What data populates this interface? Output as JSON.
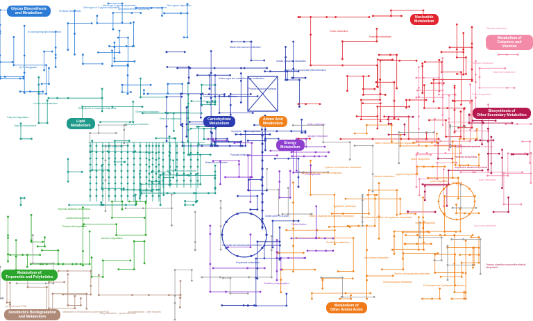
{
  "categories": {
    "glycan": {
      "label": "Glycan Biosynthesis\nand Metabolism",
      "color": "#2b7bd6"
    },
    "nucleotide": {
      "label": "Nucleotide\nMetabolism",
      "color": "#e0252f"
    },
    "cofactors": {
      "label": "Metabolism of\nCofactors and Vitamins",
      "color": "#f38aa8"
    },
    "secondary": {
      "label": "Biosynthesis of\nOther Secondary Metabolites",
      "color": "#b5184e"
    },
    "lipid": {
      "label": "Lipid\nMetabolism",
      "color": "#1f9a8a"
    },
    "carbohydrate": {
      "label": "Carbohydrate\nMetabolism",
      "color": "#2b3db0"
    },
    "amino_acid": {
      "label": "Amino Acid\nMetabolism",
      "color": "#f0821e"
    },
    "energy": {
      "label": "Energy\nMetabolism",
      "color": "#8e3fd0"
    },
    "terpenoids": {
      "label": "Metabolism of\nTerpenoids and Polyketides",
      "color": "#2ca52c"
    },
    "xenobiotics": {
      "label": "Xenobiotics Biodegradation\nand Metabolism",
      "color": "#b08a78"
    },
    "other_amino": {
      "label": "Metabolism of\nOther Amino Acids",
      "color": "#f07a1a"
    }
  },
  "pathways": {
    "glycan": [
      "(b) Glycosphingolipid biosynthesis",
      "N-Glycan biosynthesis",
      "Other types of O-glycan biosynthesis",
      "Mucin type O-glycan biosynthesis",
      "Lipopolysaccharide biosynthesis",
      "Glycosaminoglycan degradation",
      "Other glycan degradation",
      "(b) Proteoglycans"
    ],
    "lipid": [
      "Linoleic acid metabolism",
      "Biosynthesis of unsaturated fatty acids",
      "Glycerolipid metabolism",
      "Ether lipid metabolism",
      "Sphingolipid metabolism",
      "Fatty acid degradation",
      "Fatty acid biosynthesis",
      "Steroid biosynthesis",
      "(b) Lipid biosynthesis",
      "(b) Phytochemical compounds"
    ],
    "carbohydrate": [
      "Starch and sucrose metabolism",
      "Amino sugar and nucleotide sugar metabolism",
      "Fructose and mannose metabolism",
      "Pentose phosphate pathway",
      "Pentose and glucuronate interconversions",
      "Inositol phosphate metabolism",
      "Glycolysis / Gluconeogenesis",
      "Pyruvate metabolism",
      "Citrate cycle (TCA cycle)",
      "Glyoxylate and dicarboxylate metabolism",
      "Propanoate metabolism",
      "Butanoate metabolism"
    ],
    "energy": [
      "Sulfur metabolism",
      "Nitrogen metabolism",
      "Oxidative phosphorylation",
      "Photosynthesis",
      "Carbon fixation"
    ],
    "amino_acid": [
      "Glycine, serine and threonine metabolism",
      "Cysteine and methionine metabolism",
      "Valine, leucine and isoleucine degradation",
      "Lysine biosynthesis",
      "Lysine degradation",
      "Arginine biosynthesis",
      "Histidine metabolism",
      "Tyrosine metabolism",
      "Phenylalanine, tyrosine and tryptophan biosynthesis",
      "Tryptophan metabolism",
      "Alanine, aspartate and glutamate metabolism",
      "Urea cycle"
    ],
    "nucleotide": [
      "Purine metabolism",
      "Pyrimidine metabolism"
    ],
    "cofactors": [
      "Thiamine metabolism",
      "Riboflavin metabolism",
      "Vitamin B6 metabolism",
      "Folate biosynthesis",
      "Pantothenate and CoA biosynthesis",
      "Biotin metabolism",
      "Lipoic acid metabolism"
    ],
    "secondary": [
      "Phenylpropanoid biosynthesis",
      "Flavonoid biosynthesis",
      "Isoquinoline alkaloid biosynthesis",
      "Tropane, piperidine and pyridine alkaloid biosynthesis"
    ],
    "terpenoids": [
      "Terpenoid backbone biosynthesis",
      "Carotenoid biosynthesis",
      "Diterpenoid biosynthesis",
      "Limonene degradation"
    ],
    "xenobiotics": [
      "(b) Cytochrome P450",
      "Metabolism of xenobiotics by cytochrome P450",
      "Drug metabolism - cytochrome P450",
      "Drug metabolism - other enzymes"
    ],
    "other_amino": [
      "Glutathione metabolism",
      "beta-Alanine metabolism",
      "Taurine and hypotaurine metabolism",
      "Selenocompound metabolism",
      "D-Glutamine and D-glutamate metabolism"
    ]
  }
}
